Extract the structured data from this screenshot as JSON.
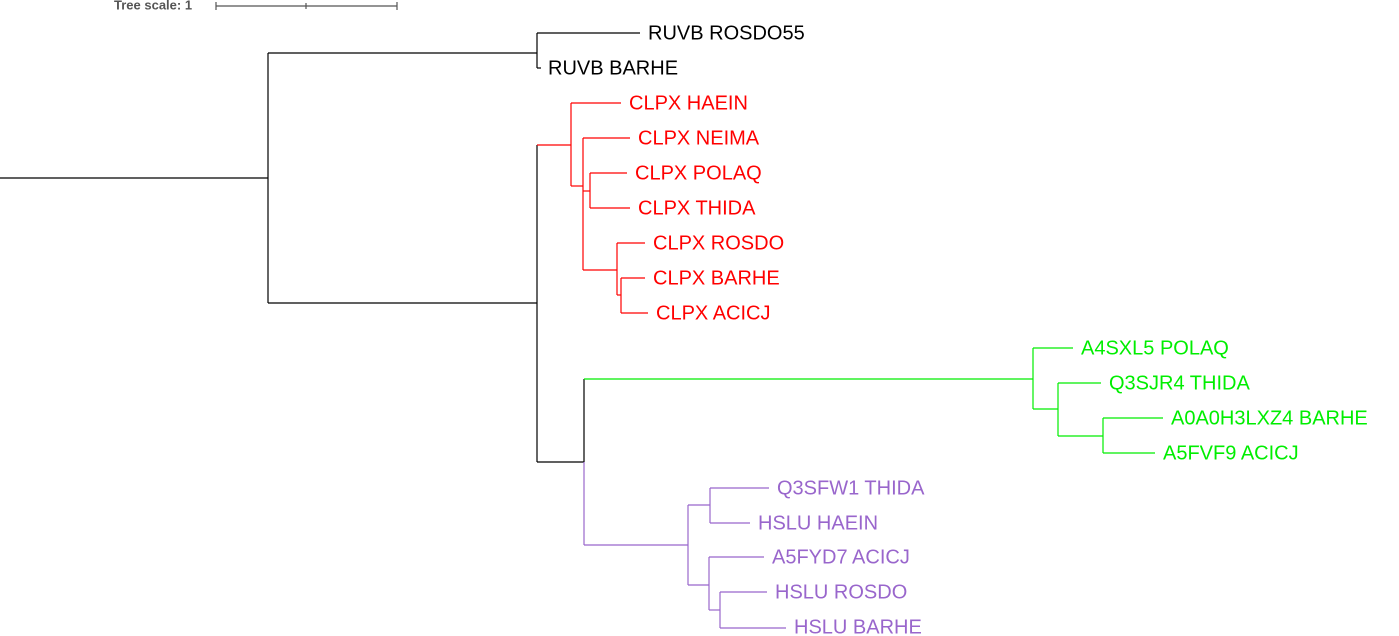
{
  "scale": {
    "label": "Tree scale: 1"
  },
  "colors": {
    "black": "#000000",
    "red": "#ff0000",
    "green": "#00ee00",
    "purple": "#9966cc"
  },
  "leaves": {
    "ruvb_rosdo55": "RUVB ROSDO55",
    "ruvb_barhe": "RUVB BARHE",
    "clpx_haein": "CLPX HAEIN",
    "clpx_neima": "CLPX NEIMA",
    "clpx_polaq": "CLPX POLAQ",
    "clpx_thida": "CLPX THIDA",
    "clpx_rosdo": "CLPX ROSDO",
    "clpx_barhe": "CLPX BARHE",
    "clpx_acicj": "CLPX ACICJ",
    "a4sxl5_polaq": "A4SXL5 POLAQ",
    "q3sjr4_thida": "Q3SJR4 THIDA",
    "a0a0h3lxz4_barhe": "A0A0H3LXZ4 BARHE",
    "a5fvf9_acicj": "A5FVF9 ACICJ",
    "q3sfw1_thida": "Q3SFW1 THIDA",
    "hslu_haein": "HSLU HAEIN",
    "a5fyd7_acicj": "A5FYD7 ACICJ",
    "hslu_rosdo": "HSLU ROSDO",
    "hslu_barhe": "HSLU BARHE"
  }
}
